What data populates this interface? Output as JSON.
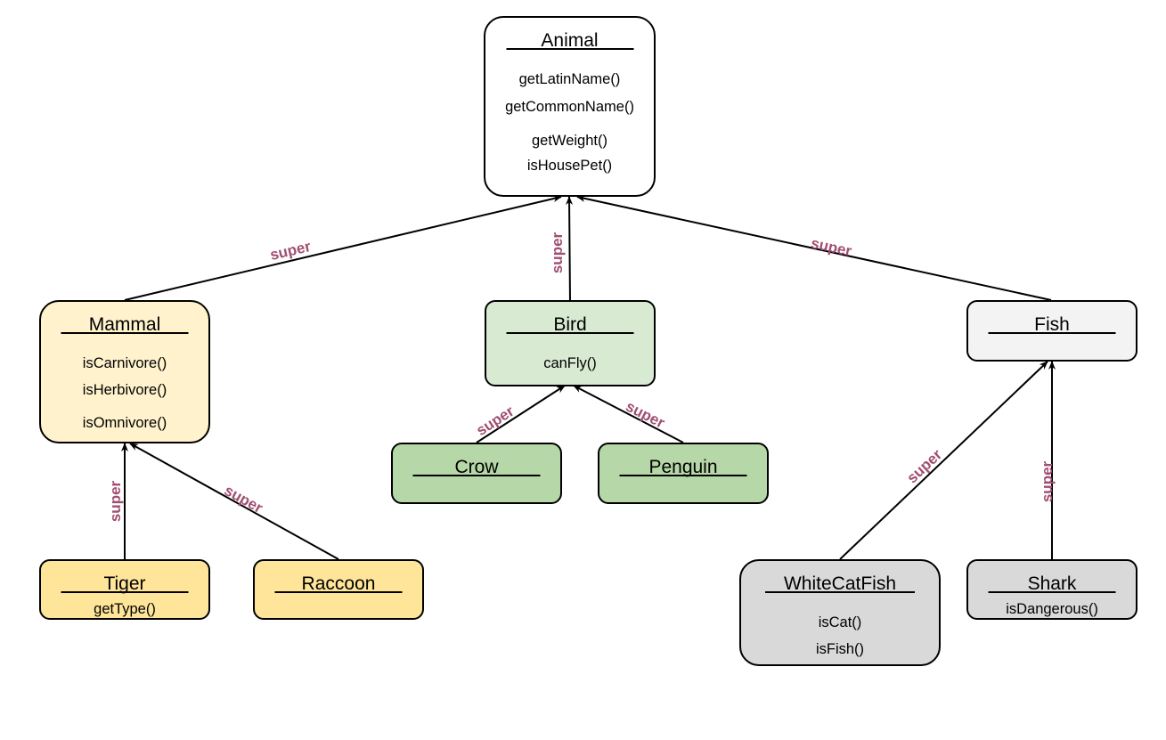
{
  "diagram": {
    "type": "class-hierarchy",
    "edge_label": "super",
    "colors": {
      "animal": "#ffffff",
      "mammal": "#fff2cc",
      "mammal_child": "#ffe599",
      "bird": "#d9ead3",
      "bird_child": "#b6d7a8",
      "fish": "#f3f3f3",
      "fish_child": "#d9d9d9",
      "edge_label": "#a04f72"
    },
    "nodes": {
      "animal": {
        "name": "Animal",
        "methods": [
          "getLatinName()",
          "getCommonName()",
          "getWeight()",
          "isHousePet()"
        ]
      },
      "mammal": {
        "name": "Mammal",
        "methods": [
          "isCarnivore()",
          "isHerbivore()",
          "isOmnivore()"
        ]
      },
      "bird": {
        "name": "Bird",
        "methods": [
          "canFly()"
        ]
      },
      "fish": {
        "name": "Fish",
        "methods": []
      },
      "tiger": {
        "name": "Tiger",
        "methods": [
          "getType()"
        ]
      },
      "raccoon": {
        "name": "Raccoon",
        "methods": []
      },
      "crow": {
        "name": "Crow",
        "methods": []
      },
      "penguin": {
        "name": "Penguin",
        "methods": []
      },
      "whitecatfish": {
        "name": "WhiteCatFish",
        "methods": [
          "isCat()",
          "isFish()"
        ]
      },
      "shark": {
        "name": "Shark",
        "methods": [
          "isDangerous()"
        ]
      }
    },
    "edges": [
      {
        "from": "Mammal",
        "to": "Animal",
        "label": "super"
      },
      {
        "from": "Bird",
        "to": "Animal",
        "label": "super"
      },
      {
        "from": "Fish",
        "to": "Animal",
        "label": "super"
      },
      {
        "from": "Tiger",
        "to": "Mammal",
        "label": "super"
      },
      {
        "from": "Raccoon",
        "to": "Mammal",
        "label": "super"
      },
      {
        "from": "Crow",
        "to": "Bird",
        "label": "super"
      },
      {
        "from": "Penguin",
        "to": "Bird",
        "label": "super"
      },
      {
        "from": "WhiteCatFish",
        "to": "Fish",
        "label": "super"
      },
      {
        "from": "Shark",
        "to": "Fish",
        "label": "super"
      }
    ]
  }
}
